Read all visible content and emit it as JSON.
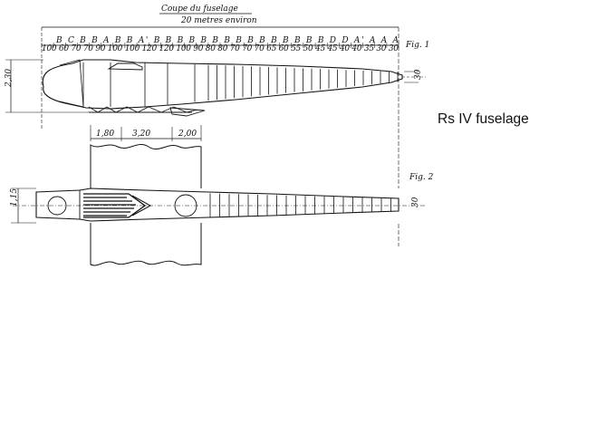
{
  "drawing": {
    "title": "Coupe du fuselage",
    "overall_dimension": "20 metres environ",
    "fig1_label": "Fig. 1",
    "fig2_label": "Fig. 2",
    "fig1_height_dim": "2,30",
    "fig2_width_dim": "1,15",
    "fig1_tail_dim": "30",
    "fig2_tail_dim": "30",
    "section_dims": [
      "1,80",
      "3,20",
      "2,00"
    ],
    "frame_letters": "B C B B A B B A' B B B B B B B B B B B B B B B D D A' A A A",
    "station_spacings": "100 60 70 70 90 100 100 120 120 100 90 80 80 70 70 70 65 60 55 50 45 45 40 40 35 30 30"
  },
  "caption": "Rs IV fuselage"
}
